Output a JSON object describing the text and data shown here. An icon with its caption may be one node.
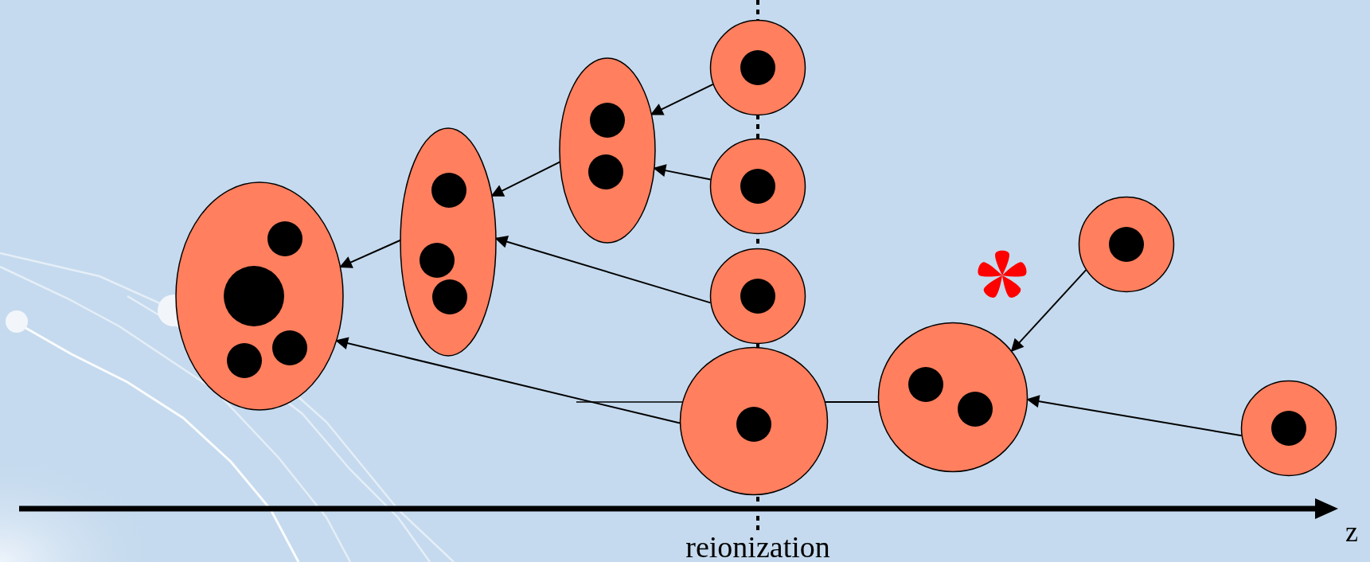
{
  "diagram": {
    "nodes": [
      {
        "text": [],
        "shape": "ellipse"
      },
      {
        "text": [],
        "shape": "ellipse"
      },
      {
        "text": [],
        "shape": "ellipse"
      },
      {
        "text": [],
        "shape": "circle"
      },
      {
        "text": [],
        "shape": "circle"
      },
      {
        "text": [],
        "shape": "circle"
      },
      {
        "text": [],
        "shape": "circle"
      },
      {
        "text": [],
        "shape": "circle"
      },
      {
        "text": [],
        "shape": "circle"
      },
      {
        "text": [],
        "shape": "circle"
      }
    ],
    "edges": [
      {
        "from": 3,
        "to": 2,
        "arrow": "to"
      },
      {
        "from": 4,
        "to": 2,
        "arrow": "to"
      },
      {
        "from": 2,
        "to": 1,
        "arrow": "to"
      },
      {
        "from": 5,
        "to": 1,
        "arrow": "to"
      },
      {
        "from": 1,
        "to": 0,
        "arrow": "to"
      },
      {
        "from": 6,
        "to": 0,
        "arrow": "to"
      },
      {
        "from": 6,
        "to": 7,
        "arrow": "none"
      },
      {
        "from": 8,
        "to": 7,
        "arrow": "to"
      },
      {
        "from": 9,
        "to": 7,
        "arrow": "to"
      }
    ],
    "labels": [
      "reionization",
      "z"
    ]
  }
}
